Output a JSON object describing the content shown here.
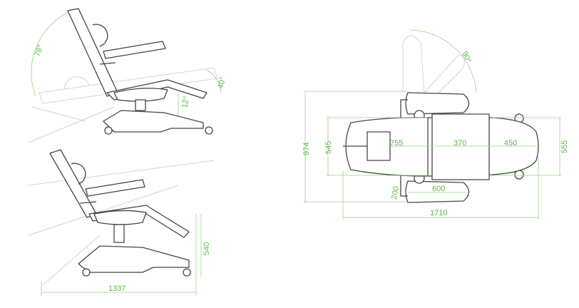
{
  "side_view_reclined": {
    "backrest_angle": "78°",
    "legrest_angle": "40°",
    "seat_tilt_angle": "12°"
  },
  "side_view_upright": {
    "seat_height": "540",
    "overall_length": "1337"
  },
  "top_view": {
    "armrest_rotation": "90°",
    "overall_width": "974",
    "backrest_width": "545",
    "backrest_length": "755",
    "seat_length": "370",
    "legrest_length": "450",
    "legrest_width": "555",
    "armrest_offset": "200",
    "armrest_length": "600",
    "overall_length": "1710"
  },
  "colors": {
    "dimension": "#5cb84a",
    "outline": "#444444"
  }
}
